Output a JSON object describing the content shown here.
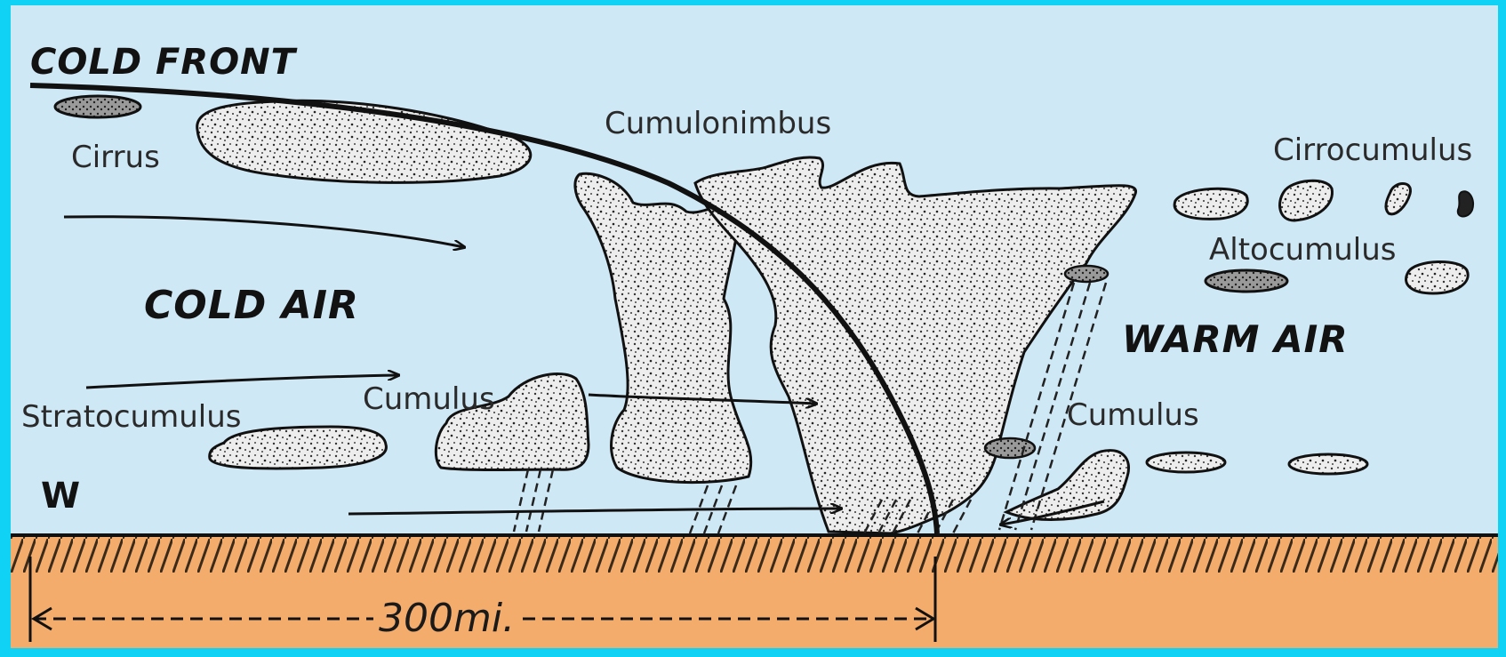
{
  "labels": {
    "cold_front": "COLD FRONT",
    "cold_air": "COLD AIR",
    "warm_air": "WARM AIR",
    "west": "W",
    "cirrus": "Cirrus",
    "cumulonimbus": "Cumulonimbus",
    "cirrocumulus": "Cirrocumulus",
    "altocumulus": "Altocumulus",
    "stratocumulus": "Stratocumulus",
    "cumulus_left": "Cumulus",
    "cumulus_right": "Cumulus",
    "distance": "300mi."
  },
  "colors": {
    "border": "#0fd2f5",
    "sky": "#cfe8f5",
    "ground": "#f4ac6c",
    "cloud_fill": "#eeeeee",
    "ink": "#111111"
  }
}
